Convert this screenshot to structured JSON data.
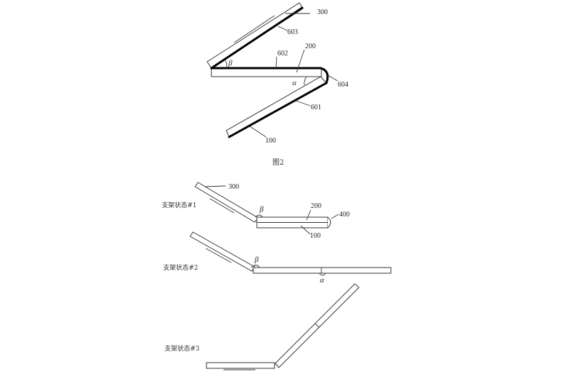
{
  "figure2": {
    "caption": "图2",
    "labels": {
      "l300": "300",
      "l603": "603",
      "l602": "602",
      "l200": "200",
      "l604": "604",
      "l601": "601",
      "l100": "100",
      "beta": "β",
      "alpha": "α"
    }
  },
  "states": [
    {
      "title": "支架状态#1",
      "labels": {
        "l300": "300",
        "beta": "β",
        "l200": "200",
        "l400": "400",
        "l100": "100"
      }
    },
    {
      "title": "支架状态#2",
      "labels": {
        "beta": "β",
        "alpha": "α"
      }
    },
    {
      "title": "支架状态#3"
    }
  ]
}
